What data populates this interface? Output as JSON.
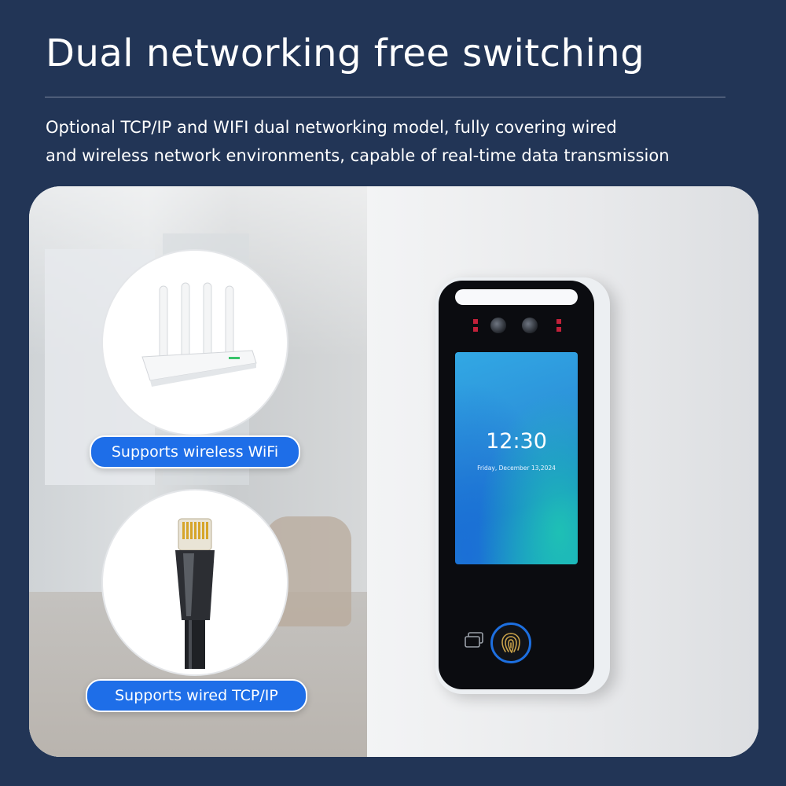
{
  "header": {
    "title": "Dual networking free switching",
    "description_line1": "Optional TCP/IP and WIFI dual networking model, fully covering wired",
    "description_line2": "and wireless network environments, capable of real-time data transmission"
  },
  "features": [
    {
      "label": "Supports wireless WiFi",
      "icon": "router-icon"
    },
    {
      "label": "Supports wired TCP/IP",
      "icon": "ethernet-cable-icon"
    }
  ],
  "device": {
    "time": "12:30",
    "date": "Friday, December 13,2024"
  },
  "colors": {
    "background": "#223556",
    "accent_blue": "#1e6ee8",
    "screen_blue": "#2b8ed8"
  }
}
